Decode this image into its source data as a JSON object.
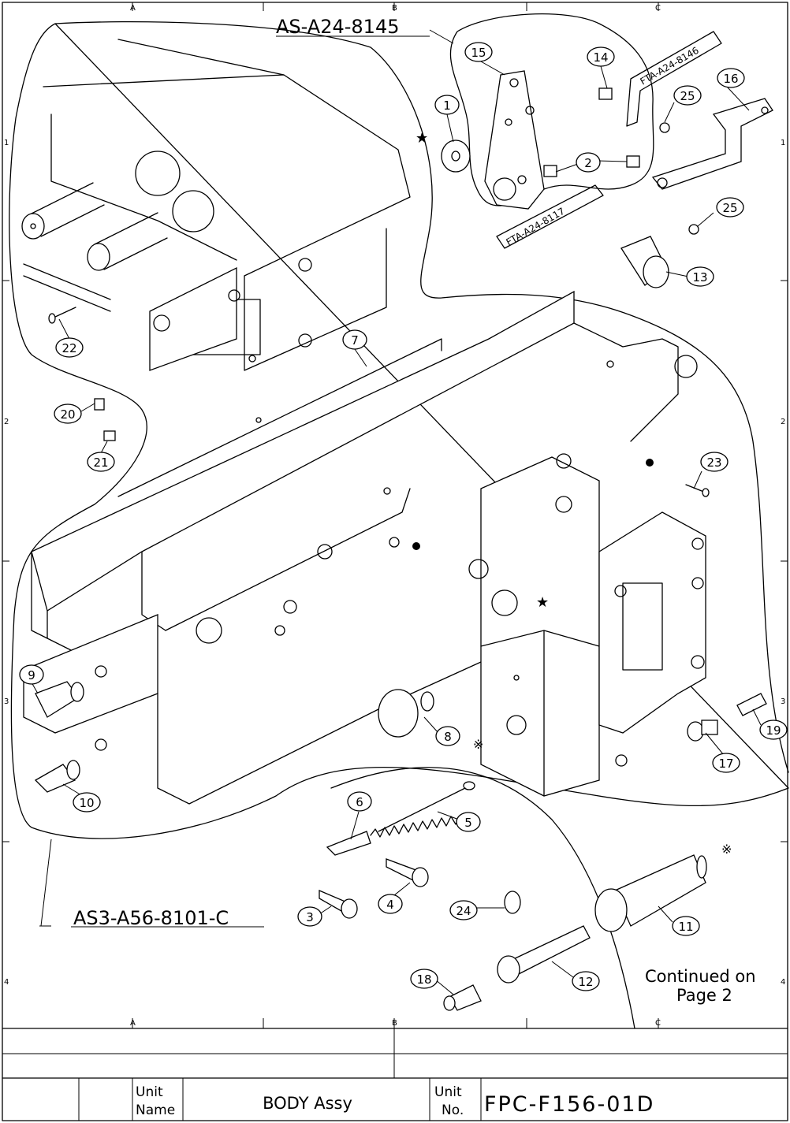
{
  "assemblies": {
    "top": "AS-A24-8145",
    "main": "AS3-A56-8101-C"
  },
  "sub_labels": {
    "a": "FTA-A24-8146",
    "b": "FTA-A24-8117"
  },
  "continued": {
    "line1": "Continued on",
    "line2": "Page 2"
  },
  "grid": {
    "cols": [
      "A",
      "B",
      "C"
    ],
    "rows": [
      "1",
      "2",
      "3",
      "4"
    ]
  },
  "callouts": [
    "1",
    "2",
    "3",
    "4",
    "5",
    "6",
    "7",
    "8",
    "9",
    "10",
    "11",
    "12",
    "13",
    "14",
    "15",
    "16",
    "17",
    "18",
    "19",
    "20",
    "21",
    "22",
    "23",
    "24",
    "25",
    "25"
  ],
  "title_block": {
    "unit_name_label_1": "Unit",
    "unit_name_label_2": "Name",
    "unit_name": "BODY Assy",
    "unit_no_label_1": "Unit",
    "unit_no_label_2": "No.",
    "unit_no": "FPC-F156-01D"
  }
}
